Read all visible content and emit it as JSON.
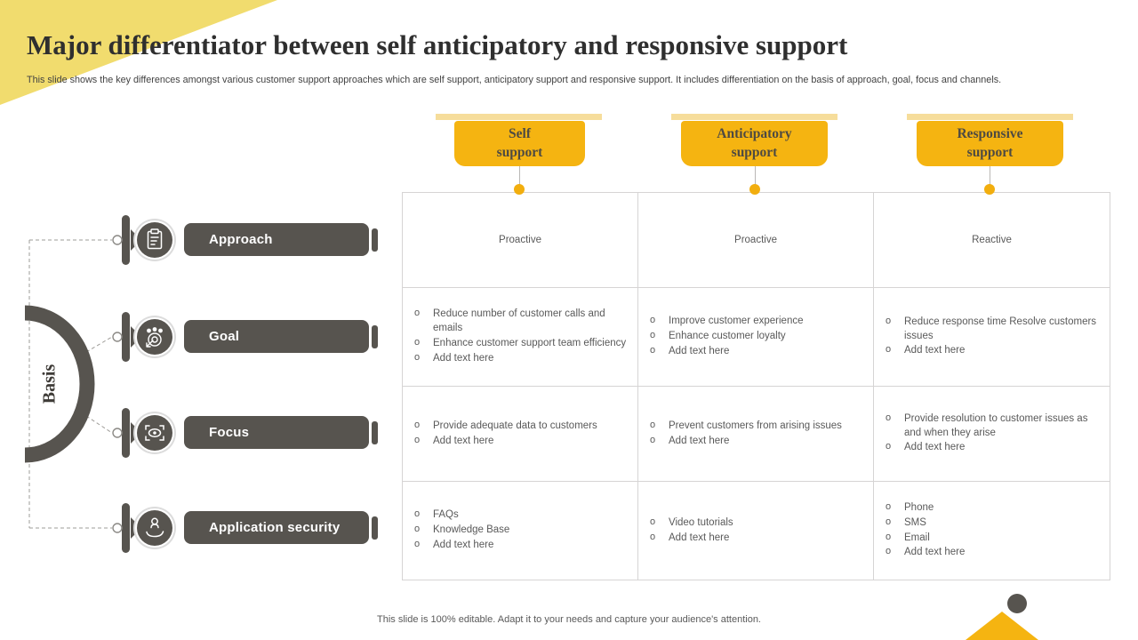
{
  "slide": {
    "title": "Major differentiator between self anticipatory and responsive support",
    "subtitle": "This slide shows the key differences amongst various customer support approaches which are self support, anticipatory support and responsive support. It includes differentiation on the basis of approach, goal, focus and channels.",
    "footer": "This slide is 100% editable. Adapt it to your needs and capture your audience's attention.",
    "basis_label": "Basis"
  },
  "colors": {
    "gold": "#f5b411",
    "light_gold": "#f6dd9b",
    "pale_yellow_corner": "#f1dc6e",
    "dark_gray": "#57544f",
    "table_border": "#d6d4d4",
    "cell_text": "#595959"
  },
  "headers": [
    {
      "label": "Self support"
    },
    {
      "label": "Anticipatory support"
    },
    {
      "label": "Responsive support"
    }
  ],
  "rows": [
    {
      "label": "Approach",
      "icon": "clipboard-icon"
    },
    {
      "label": "Goal",
      "icon": "target-team-icon"
    },
    {
      "label": "Focus",
      "icon": "focus-scan-icon"
    },
    {
      "label": "Application security",
      "icon": "hand-person-icon"
    }
  ],
  "table": {
    "rows": [
      {
        "cells": [
          [
            "Proactive"
          ],
          [
            "Proactive"
          ],
          [
            "Reactive"
          ]
        ]
      },
      {
        "cells": [
          [
            "Reduce number of customer calls and emails",
            "Enhance customer support team efficiency",
            "Add text here"
          ],
          [
            "Improve customer experience",
            "Enhance customer loyalty",
            "Add text here"
          ],
          [
            "Reduce response time Resolve customers issues",
            "Add text here"
          ]
        ]
      },
      {
        "cells": [
          [
            "Provide adequate data to customers",
            "Add text here"
          ],
          [
            "Prevent customers from arising issues",
            "Add text here"
          ],
          [
            "Provide resolution to customer issues as and when they arise",
            "Add text here"
          ]
        ]
      },
      {
        "cells": [
          [
            "FAQs",
            "Knowledge Base",
            "Add text here"
          ],
          [
            "Video tutorials",
            "Add text here"
          ],
          [
            "Phone",
            "SMS",
            "Email",
            "Add text here"
          ]
        ]
      }
    ]
  }
}
